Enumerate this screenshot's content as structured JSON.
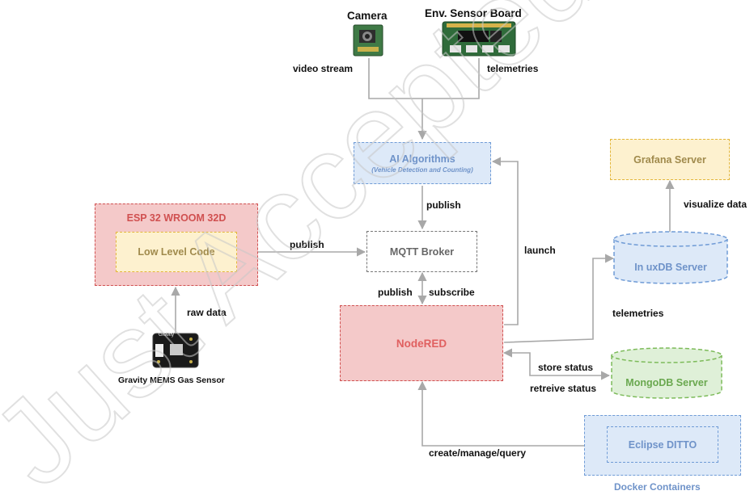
{
  "devices": {
    "camera": "Camera",
    "env_sensor": "Env. Sensor Board",
    "gas_sensor": "Gravity MEMS Gas Sensor",
    "gas_sensor_chip_text": "Gravity"
  },
  "nodes": {
    "ai_title": "AI Algorithms",
    "ai_subtitle": "(Vehicle Detection and Counting)",
    "esp32": "ESP 32 WROOM 32D",
    "low_level": "Low Level Code",
    "mqtt": "MQTT Broker",
    "nodered": "NodeRED",
    "grafana": "Grafana Server",
    "influx": "In  uxDB Server",
    "mongo": "MongoDB Server",
    "ditto": "Eclipse DITTO",
    "docker": "Docker Containers"
  },
  "edges": {
    "video_stream": "video stream",
    "telemetries_top": "telemetries",
    "publish_ai": "publish",
    "publish_esp": "publish",
    "launch": "launch",
    "publish_mqtt": "publish",
    "subscribe": "subscribe",
    "raw_data": "raw data",
    "visualize": "visualize data",
    "telemetries_influx": "telemetries",
    "store_status": "store status",
    "retrieve_status": "retreive status",
    "create_manage": "create/manage/query"
  },
  "colors": {
    "arrow": "#a8a8a8",
    "ai_fill": "#dde9f8",
    "ai_border": "#6f9bd6",
    "ai_text": "#6f93c9",
    "esp_fill": "#f4c9c9",
    "esp_border": "#d05050",
    "esp_text": "#d05050",
    "low_fill": "#fdf1cf",
    "low_border": "#e3b63a",
    "low_text": "#a08a4c",
    "mqtt_border": "#777777",
    "mqtt_text": "#666666",
    "nodered_fill": "#f4c9c9",
    "nodered_border": "#d05050",
    "nodered_text": "#e06060",
    "grafana_fill": "#fdf1cf",
    "grafana_border": "#e3b63a",
    "grafana_text": "#a08a4c",
    "influx_fill": "#dde9f8",
    "influx_border": "#6f9bd6",
    "influx_text": "#6f93c9",
    "mongo_fill": "#dff0d8",
    "mongo_border": "#7dbb5a",
    "mongo_text": "#6aa84f",
    "docker_fill": "#dde9f8",
    "docker_border": "#6f9bd6",
    "docker_text": "#6f93c9",
    "watermark": "#c8c8c8"
  },
  "watermark": "Just Accepted"
}
